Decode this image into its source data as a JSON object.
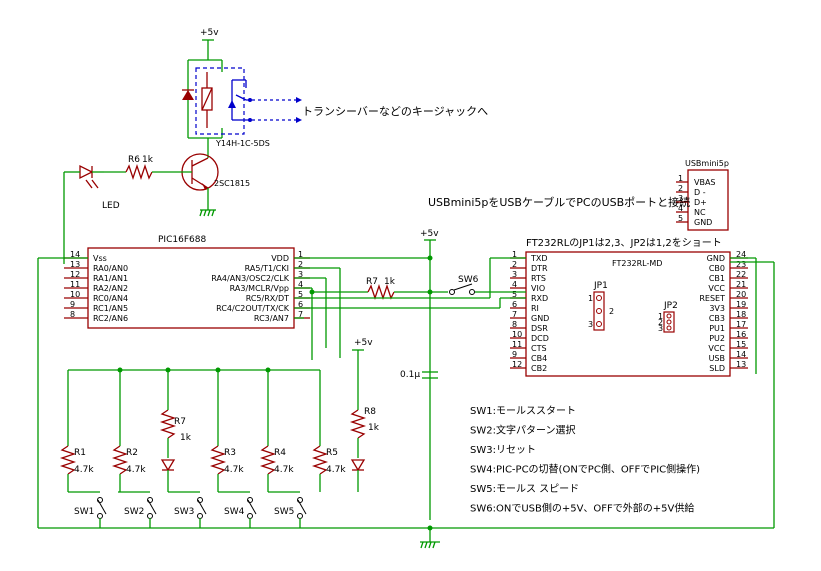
{
  "labels": {
    "vcc_top": "+5v",
    "vcc_mid": "+5v",
    "vcc_right": "+5v",
    "relay": "Y14H-1C-5DS",
    "transceiver": "トランシーバーなどのキージャックへ",
    "r6": "R6",
    "r6_val": "1k",
    "transistor": "2SC1815",
    "led": "LED",
    "usbmini": "USBmini5p",
    "usb_note": "USBmini5pをUSBケーブルでPCのUSBポートと接続",
    "pic": "PIC16F688",
    "ft_note": "FT232RLのJP1は2,3、JP2は1,2をショート",
    "ft_chip": "FT232RL-MD",
    "r7_top": "R7",
    "r7_top_val": "1k",
    "sw6": "SW6",
    "jp1": "JP1",
    "jp2": "JP2",
    "cap": "0.1μ",
    "r7": "R7",
    "r7_val": "1k",
    "r8": "R8",
    "r8_val": "1k",
    "r1": "R1",
    "r2": "R2",
    "r3": "R3",
    "r4": "R4",
    "r5": "R5",
    "rval": "4.7k",
    "sw1": "SW1",
    "sw2": "SW2",
    "sw3": "SW3",
    "sw4": "SW4",
    "sw5": "SW5"
  },
  "usb_pins": [
    {
      "num": "1",
      "name": "VBAS"
    },
    {
      "num": "2",
      "name": "D -"
    },
    {
      "num": "3",
      "name": "D+"
    },
    {
      "num": "4",
      "name": "NC"
    },
    {
      "num": "5",
      "name": "GND"
    }
  ],
  "pic_left": [
    {
      "num": "14",
      "name": "Vss"
    },
    {
      "num": "13",
      "name": "RA0/AN0"
    },
    {
      "num": "12",
      "name": "RA1/AN1"
    },
    {
      "num": "11",
      "name": "RA2/AN2"
    },
    {
      "num": "10",
      "name": "RC0/AN4"
    },
    {
      "num": "9",
      "name": "RC1/AN5"
    },
    {
      "num": "8",
      "name": "RC2/AN6"
    }
  ],
  "pic_right": [
    {
      "num": "1",
      "name": "VDD"
    },
    {
      "num": "2",
      "name": "RA5/T1/CKI"
    },
    {
      "num": "3",
      "name": "RA4/AN3/OSC2/CLK"
    },
    {
      "num": "4",
      "name": "RA3/MCLR/Vpp"
    },
    {
      "num": "5",
      "name": "RC5/RX/DT"
    },
    {
      "num": "6",
      "name": "RC4/C2OUT/TX/CK"
    },
    {
      "num": "7",
      "name": "RC3/AN7"
    }
  ],
  "ft_left": [
    {
      "num": "1",
      "name": "TXD"
    },
    {
      "num": "2",
      "name": "DTR"
    },
    {
      "num": "3",
      "name": "RTS"
    },
    {
      "num": "4",
      "name": "VIO"
    },
    {
      "num": "5",
      "name": "RXD"
    },
    {
      "num": "6",
      "name": "RI"
    },
    {
      "num": "7",
      "name": "GND"
    },
    {
      "num": "8",
      "name": "DSR"
    },
    {
      "num": "10",
      "name": "DCD"
    },
    {
      "num": "11",
      "name": "CTS"
    },
    {
      "num": "9",
      "name": "CB4"
    },
    {
      "num": "12",
      "name": "CB2"
    }
  ],
  "ft_right": [
    {
      "num": "24",
      "name": "GND"
    },
    {
      "num": "23",
      "name": "CB0"
    },
    {
      "num": "22",
      "name": "CB1"
    },
    {
      "num": "21",
      "name": "VCC"
    },
    {
      "num": "20",
      "name": "RESET"
    },
    {
      "num": "19",
      "name": "3V3"
    },
    {
      "num": "18",
      "name": "CB3"
    },
    {
      "num": "17",
      "name": "PU1"
    },
    {
      "num": "16",
      "name": "PU2"
    },
    {
      "num": "15",
      "name": "VCC"
    },
    {
      "num": "14",
      "name": "USB"
    },
    {
      "num": "13",
      "name": "SLD"
    }
  ],
  "jp1_pins": [
    "1",
    "2",
    "3"
  ],
  "jp2_pins": [
    "1",
    "2",
    "3"
  ],
  "notes": [
    "SW1:モールススタート",
    "SW2:文字パターン選択",
    "SW3:リセット",
    "SW4:PIC-PCの切替(ONでPC側、OFFでPIC側操作)",
    "SW5:モールス スピード",
    "SW6:ONでUSB側の+5V、OFFで外部の+5V供給"
  ]
}
